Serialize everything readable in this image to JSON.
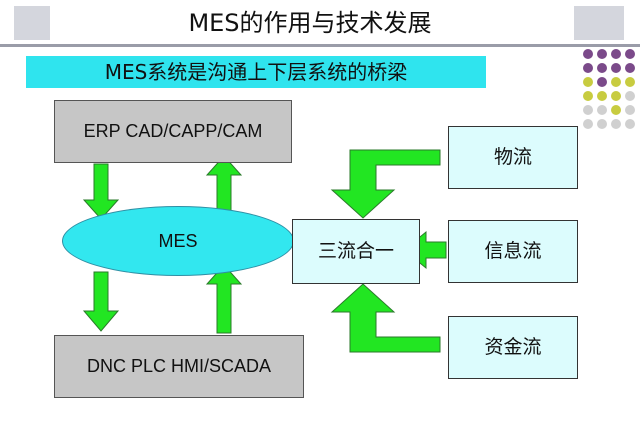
{
  "title": "MES的作用与技术发展",
  "subtitle": "MES系统是沟通上下层系统的桥梁",
  "diagram": {
    "top_box": "ERP CAD/CAPP/CAM",
    "center_node": "MES",
    "bottom_box": "DNC  PLC  HMI/SCADA",
    "merge_box": "三流合一",
    "flows": [
      "物流",
      "信息流",
      "资金流"
    ]
  },
  "colors": {
    "accent_cyan": "#2fe4ee",
    "arrow_green": "#22e622",
    "gray_box": "#c6c6c6",
    "light_cyan_box": "#dcfcfd"
  },
  "decoration": {
    "dot_colors": [
      "#7b4a8a",
      "#c8cc40",
      "#d0d0d0"
    ]
  }
}
